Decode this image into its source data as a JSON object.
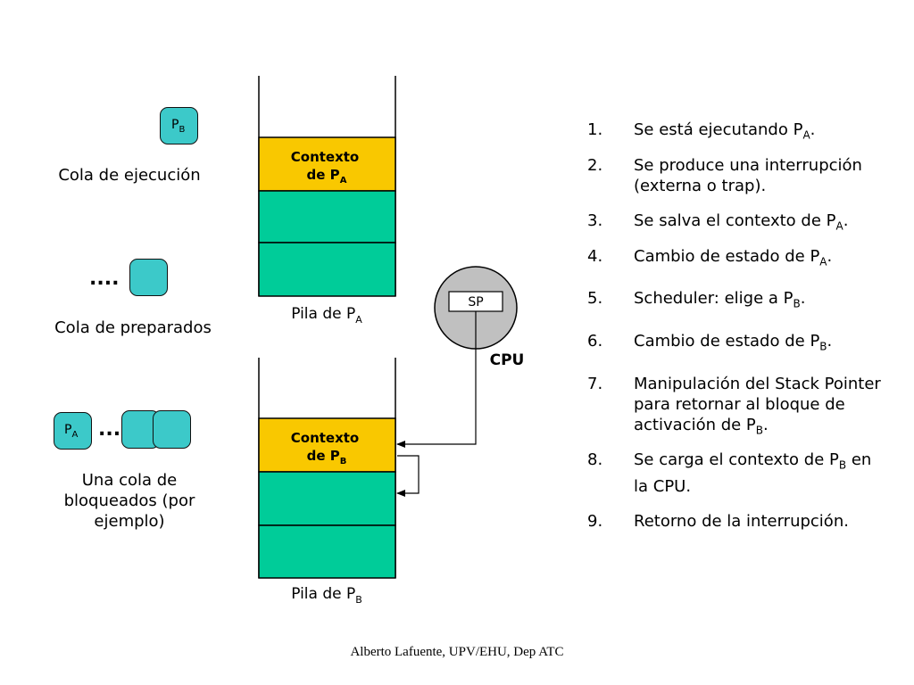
{
  "colors": {
    "queue_token": "#3cc9c9",
    "context_frame": "#f9c800",
    "stack_frame": "#00cc99",
    "cpu_circle": "#c0c0c0"
  },
  "queues": {
    "running_label": "Cola de ejecución",
    "running_token": {
      "main": "P",
      "sub": "B"
    },
    "ready_dots": "....",
    "ready_label": "Cola de preparados",
    "blocked_token": {
      "main": "P",
      "sub": "A"
    },
    "blocked_dots": "...",
    "blocked_label_lines": [
      "Una cola de",
      "bloqueados (por",
      "ejemplo)"
    ]
  },
  "stack_a": {
    "context_line1": "Contexto",
    "context_line2": "de P",
    "context_sub": "A",
    "label": "Pila de P",
    "label_sub": "A"
  },
  "stack_b": {
    "context_line1": "Contexto",
    "context_line2": "de P",
    "context_sub": "B",
    "label": "Pila de P",
    "label_sub": "B"
  },
  "cpu": {
    "register": "SP",
    "label": "CPU"
  },
  "steps": [
    {
      "num": "1.",
      "text": "Se está ejecutando P",
      "sub": "A",
      "after": "."
    },
    {
      "num": "2.",
      "text": "Se produce una interrupción (externa o trap).",
      "sub": "",
      "after": ""
    },
    {
      "num": "3.",
      "text": "Se salva el contexto de P",
      "sub": "A",
      "after": "."
    },
    {
      "num": "4.",
      "text": "Cambio de estado de P",
      "sub": "A",
      "after": "."
    },
    {
      "num": "5.",
      "text": "Scheduler: elige a P",
      "sub": "B",
      "after": "."
    },
    {
      "num": "6.",
      "text": "Cambio de estado de P",
      "sub": "B",
      "after": "."
    },
    {
      "num": "7.",
      "text": "Manipulación del Stack Pointer para retornar al bloque de activación de P",
      "sub": "B",
      "after": "."
    },
    {
      "num": "8.",
      "text": "Se carga el contexto de P",
      "sub": "B",
      "after": " en la CPU."
    },
    {
      "num": "9.",
      "text": "Retorno de la interrupción.",
      "sub": "",
      "after": ""
    }
  ],
  "footer": "Alberto Lafuente, UPV/EHU, Dep ATC"
}
